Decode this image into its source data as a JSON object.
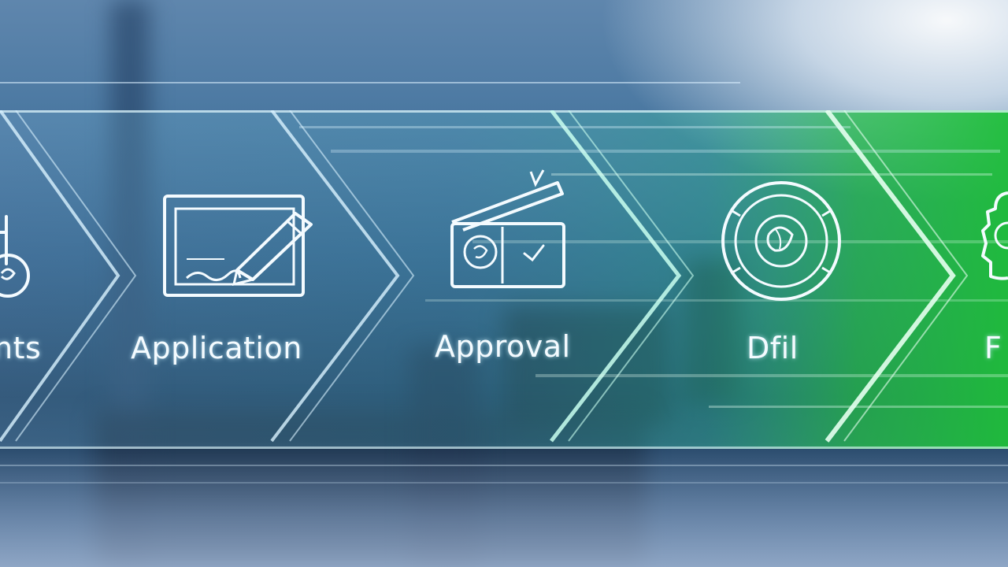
{
  "stages": [
    {
      "label": "nts",
      "icon": "document-coin-icon"
    },
    {
      "label": "Application",
      "icon": "pen-on-form-icon"
    },
    {
      "label": "Approval",
      "icon": "open-envelope-icon"
    },
    {
      "label": "Dfil",
      "icon": "globe-seal-icon"
    },
    {
      "label": "F",
      "icon": "gear-icon"
    }
  ],
  "colors": {
    "background_blue": "#2f5b85",
    "glass_teal": "#3aa6b8",
    "final_green": "#2fbf4a",
    "line_glow": "#e6fbff"
  }
}
